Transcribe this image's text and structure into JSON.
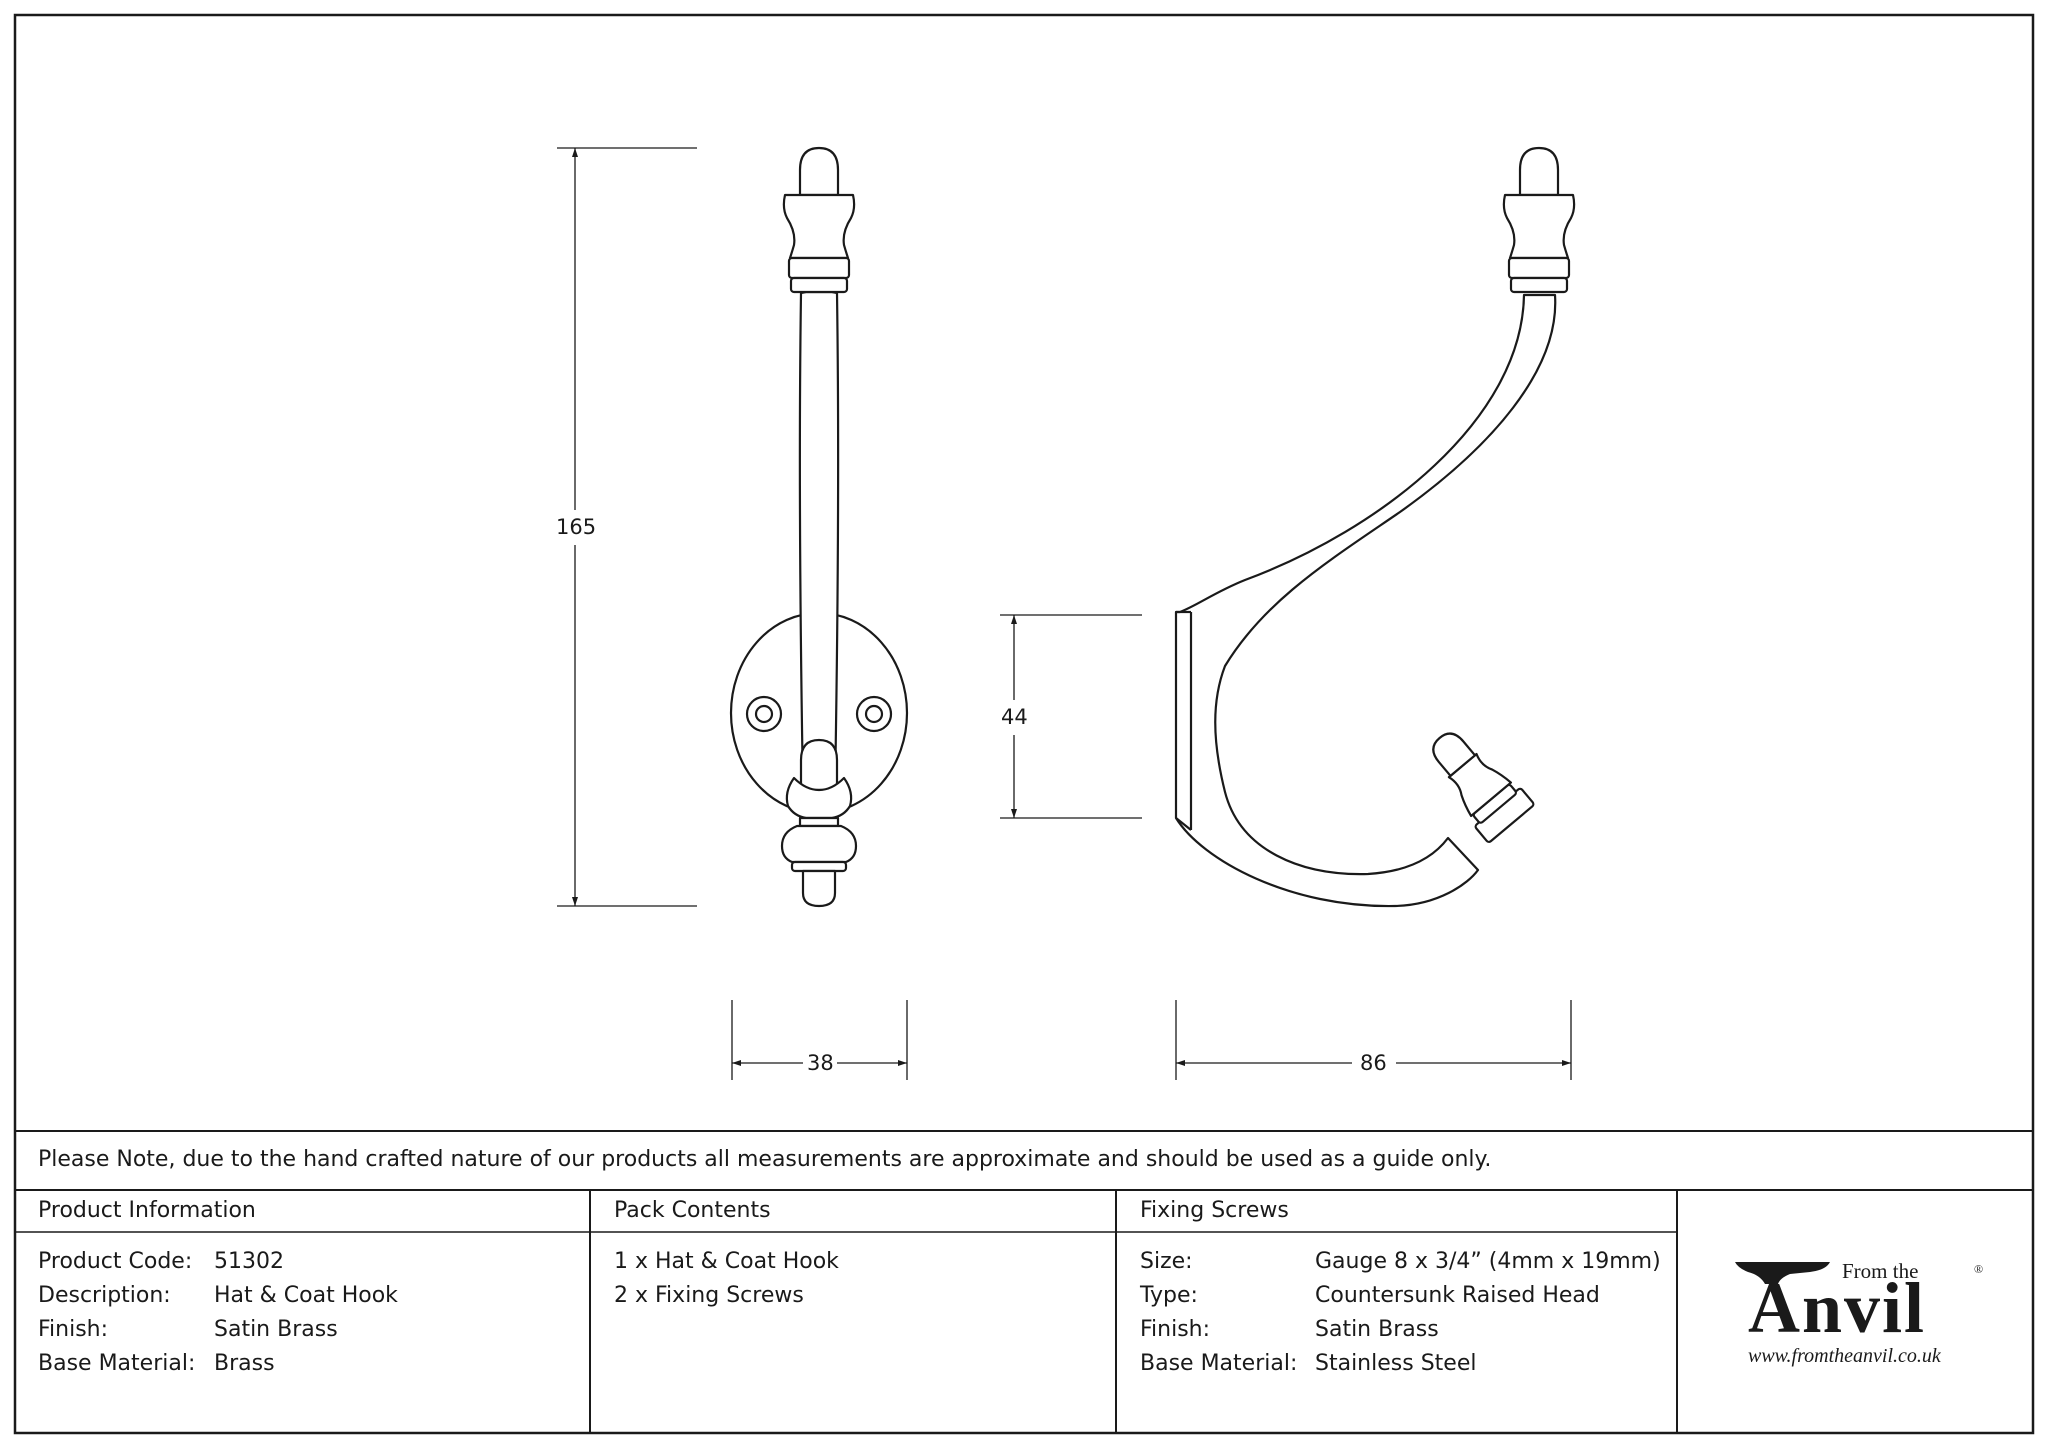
{
  "dimensions": {
    "height": "165",
    "width_front": "38",
    "projection_height": "44",
    "projection_width": "86"
  },
  "note": "Please Note, due to the hand crafted nature of our products all measurements are approximate and should be used as a guide only.",
  "product_information": {
    "heading": "Product Information",
    "rows": [
      {
        "label": "Product Code:",
        "value": "51302"
      },
      {
        "label": "Description:",
        "value": "Hat & Coat Hook"
      },
      {
        "label": "Finish:",
        "value": "Satin Brass"
      },
      {
        "label": "Base Material:",
        "value": "Brass"
      }
    ]
  },
  "pack_contents": {
    "heading": "Pack Contents",
    "items": [
      "1 x Hat & Coat Hook",
      "2 x Fixing Screws"
    ]
  },
  "fixing_screws": {
    "heading": "Fixing Screws",
    "rows": [
      {
        "label": "Size:",
        "value": "Gauge 8 x 3/4” (4mm x 19mm)"
      },
      {
        "label": "Type:",
        "value": "Countersunk Raised Head"
      },
      {
        "label": "Finish:",
        "value": "Satin Brass"
      },
      {
        "label": "Base Material:",
        "value": "Stainless Steel"
      }
    ]
  },
  "logo": {
    "small_text": "From the",
    "brand": "Anvil",
    "registered": "®",
    "url": "www.fromtheanvil.co.uk"
  }
}
